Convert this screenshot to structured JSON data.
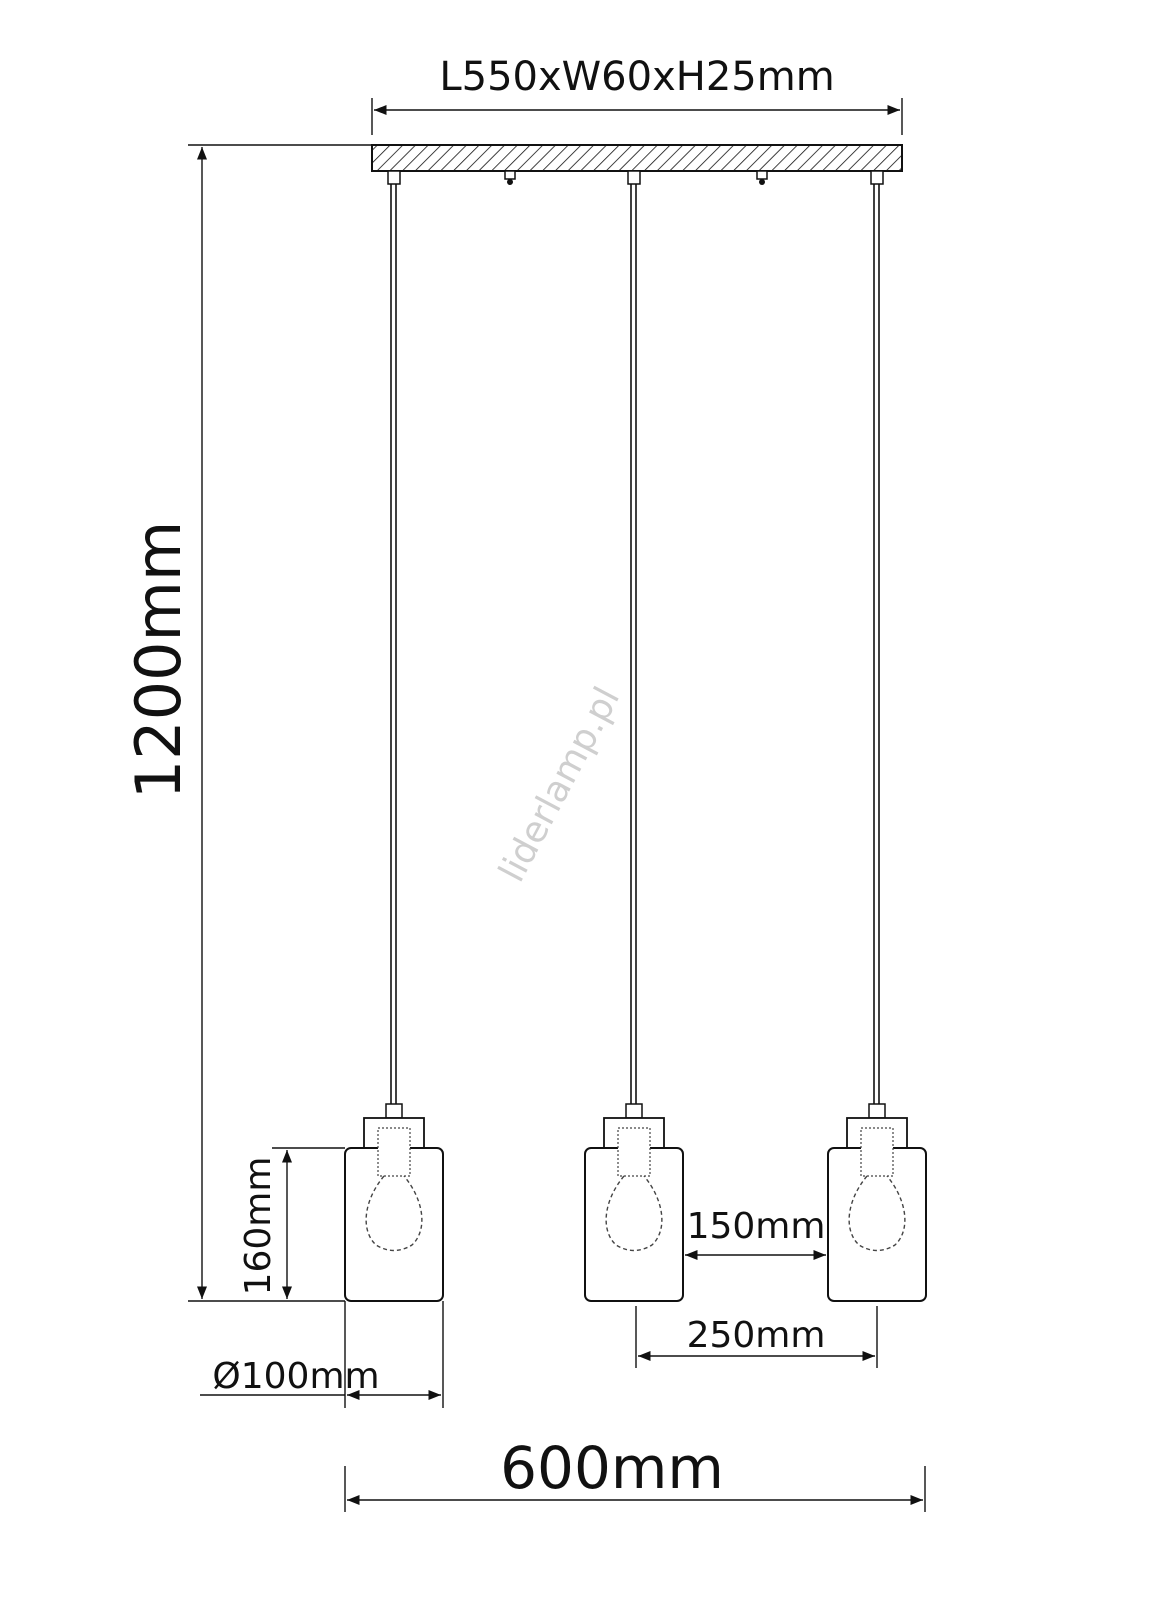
{
  "dimensions": {
    "canopy": "L550xW60xH25mm",
    "height": "1200mm",
    "shade_height": "160mm",
    "shade_diameter": "Ø100mm",
    "shade_gap": "150mm",
    "shade_spacing": "250mm",
    "total_width": "600mm"
  },
  "watermark": "liderlamp.pl",
  "colors": {
    "line": "#111111",
    "watermark": "#cfcfcf"
  }
}
